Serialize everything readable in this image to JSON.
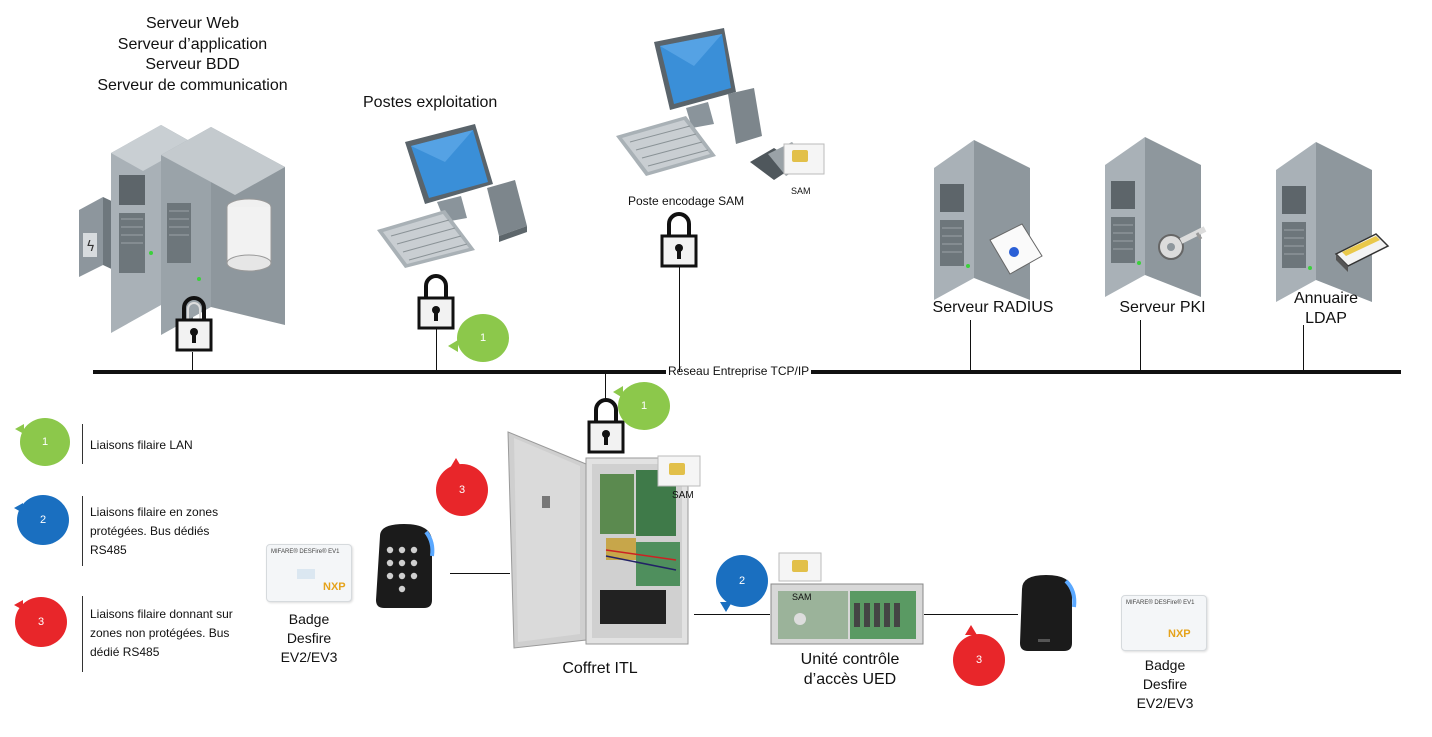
{
  "colors": {
    "lan": "#8cc84b",
    "protected": "#1a6fc0",
    "unprotected": "#e8262a",
    "network_line": "#111111",
    "server_body": "#8a949c"
  },
  "labels": {
    "main_server": [
      "Serveur Web",
      "Serveur d’application",
      "Serveur BDD",
      "Serveur de communication"
    ],
    "workstations": "Postes exploitation",
    "sam_station": "Poste encodage SAM",
    "sam_card_small": "SAM",
    "radius": "Serveur RADIUS",
    "pki": "Serveur PKI",
    "ldap": [
      "Annuaire",
      "LDAP"
    ],
    "network": "Réseau Entreprise TCP/IP",
    "coffret": "Coffret ITL",
    "coffret_sam": "SAM",
    "ued": [
      "Unité contrôle",
      "d’accès UED"
    ],
    "ued_sam": "SAM",
    "badge_left": [
      "Badge",
      "Desfire",
      "EV2/EV3"
    ],
    "badge_right": [
      "Badge",
      "Desfire",
      "EV2/EV3"
    ],
    "card_brand": "MIFARE® DESFire® EV1",
    "card_logo": "NXP"
  },
  "badges": {
    "one": "1",
    "two": "2",
    "three": "3"
  },
  "legend": [
    {
      "num": "1",
      "text": [
        "Liaisons filaire LAN"
      ]
    },
    {
      "num": "2",
      "text": [
        "Liaisons filaire en zones",
        "protégées. Bus dédiés",
        "RS485"
      ]
    },
    {
      "num": "3",
      "text": [
        "Liaisons filaire donnant sur",
        "zones non protégées. Bus",
        "dédié RS485"
      ]
    }
  ]
}
